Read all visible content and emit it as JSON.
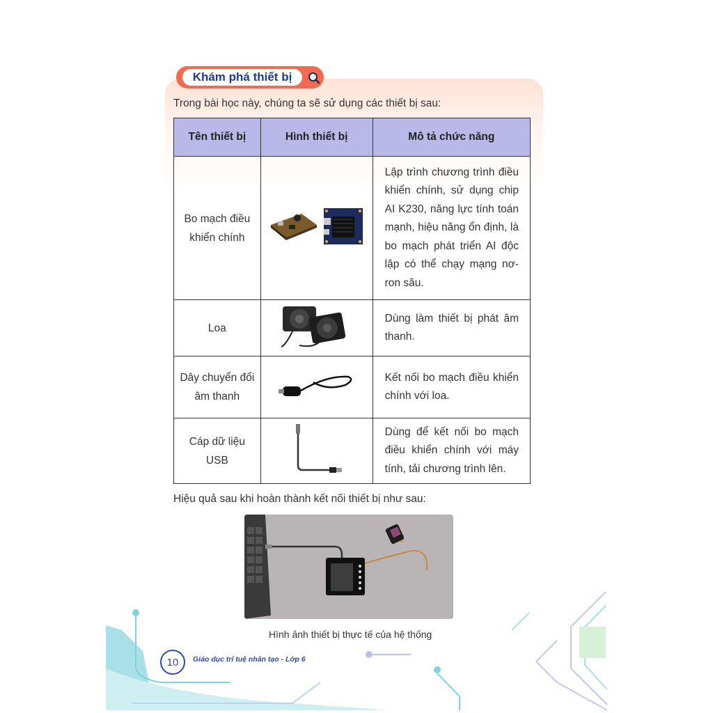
{
  "header": {
    "title": "Khám phá thiết bị"
  },
  "intro": "Trong bài học này, chúng ta sẽ sử dụng các thiết bị sau:",
  "table": {
    "headers": [
      "Tên thiết bị",
      "Hình thiết bị",
      "Mô tả chức năng"
    ],
    "rows": [
      {
        "name": "Bo mạch điều khiển chính",
        "image": "main-board-image",
        "description": "Lập trình chương trình điều khiển chính, sử dụng chip AI K230, năng lực tính toán mạnh, hiệu năng ổn định, là bo mạch phát triển AI độc lập có thể chạy mạng nơ-ron sâu."
      },
      {
        "name": "Loa",
        "image": "speaker-image",
        "description": "Dùng làm thiết bị phát âm thanh."
      },
      {
        "name": "Dây chuyển đổi âm thanh",
        "image": "audio-adapter-cable-image",
        "description": "Kết nối bo mạch điều khiển chính với loa."
      },
      {
        "name": "Cáp dữ liệu USB",
        "image": "usb-cable-image",
        "description": "Dùng để kết nối bo mạch điều khiển chính với máy tính, tải chương trình lên."
      }
    ]
  },
  "after_text": "Hiệu quả sau khi hoàn thành kết nối thiết bị như sau:",
  "photo_caption": "Hình ảnh thiết bị thực tế của hệ thống",
  "footer": {
    "page_number": "10",
    "book_title": "Giáo dục trí tuệ nhân tạo - Lớp 6"
  },
  "colors": {
    "accent": "#f26a4f",
    "header_fill": "#b8b9e8",
    "brand_blue": "#2d4aa8",
    "decor_teal": "#7fd3dc"
  }
}
